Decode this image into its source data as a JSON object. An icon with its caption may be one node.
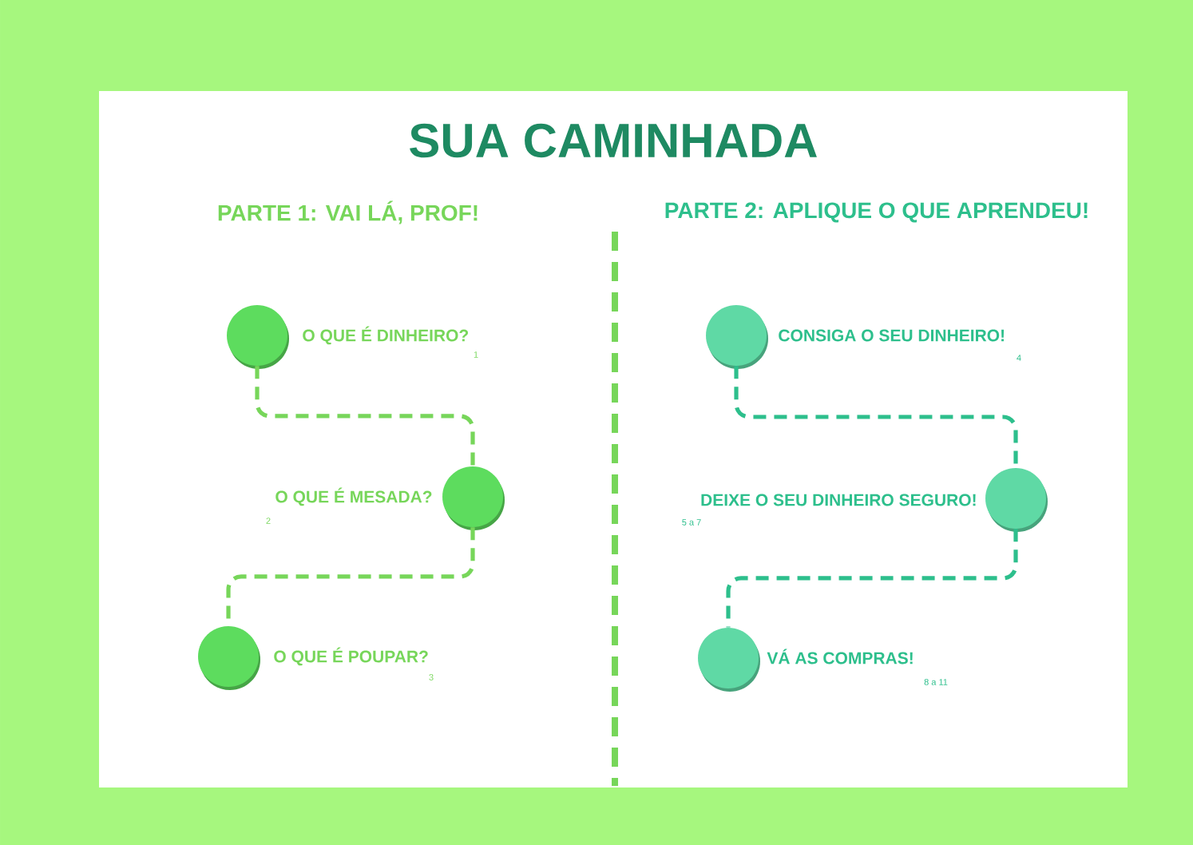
{
  "diagram": {
    "title": "SUA CAMINHADA",
    "nodes": [
      {
        "text": [],
        "shape": "circle",
        "beside": [
          "O QUE É DINHEIRO?",
          "1"
        ]
      },
      {
        "text": [],
        "shape": "circle",
        "beside": [
          "O QUE É MESADA?",
          "2"
        ]
      },
      {
        "text": [],
        "shape": "circle",
        "beside": [
          "O QUE É POUPAR?",
          "3"
        ]
      },
      {
        "text": [],
        "shape": "circle",
        "beside": [
          "CONSIGA O SEU DINHEIRO!",
          "4"
        ]
      },
      {
        "text": [],
        "shape": "circle",
        "beside": [
          "DEIXE O SEU DINHEIRO SEGURO!",
          "5 a 7"
        ]
      },
      {
        "text": [],
        "shape": "circle",
        "beside": [
          "VÁ AS COMPRAS!",
          "8 a 11"
        ]
      }
    ],
    "edges": [
      {
        "from": 0,
        "to": 1,
        "arrow": "none",
        "style": "dashed",
        "color": "#77d65a"
      },
      {
        "from": 1,
        "to": 2,
        "arrow": "none",
        "style": "dashed",
        "color": "#77d65a"
      },
      {
        "from": 3,
        "to": 4,
        "arrow": "none",
        "style": "dashed",
        "color": "#2dbf8c"
      },
      {
        "from": 4,
        "to": 5,
        "arrow": "none",
        "style": "dashed",
        "color": "#2dbf8c"
      }
    ],
    "labels": [
      "PARTE 1: VAI LÁ, PROF!",
      "PARTE 2: APLIQUE O QUE APRENDEU!"
    ]
  }
}
